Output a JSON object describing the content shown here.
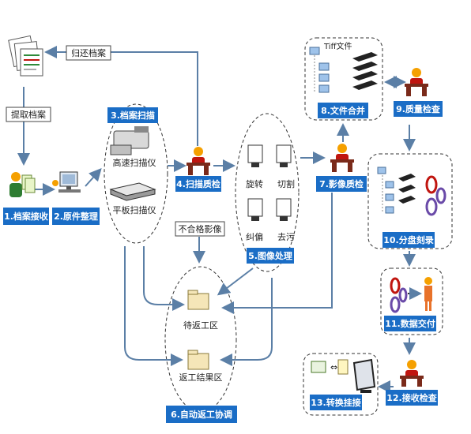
{
  "steps": {
    "s1": "1.档案接收",
    "s2": "2.原件整理",
    "s3": "3.档案扫描",
    "s4": "4.扫描质检",
    "s5": "5.图像处理",
    "s6": "6.自动返工协调",
    "s7": "7.影像质检",
    "s8": "8.文件合并",
    "s9": "9.质量检查",
    "s10": "10.分盘刻录",
    "s11": "11.数据交付",
    "s12": "12.接收检查",
    "s13": "13.转换挂接"
  },
  "labels": {
    "return_archive": "归还档案",
    "fetch_archive": "提取档案",
    "high_speed_scanner": "高速扫描仪",
    "flatbed_scanner": "平板扫描仪",
    "rotate": "旋转",
    "crop": "切割",
    "deskew": "纠偏",
    "despeckle": "去污",
    "unqualified_images": "不合格影像",
    "pending_rework": "待返工区",
    "rework_results": "返工结果区",
    "tiff_files": "Tiff文件"
  },
  "colors": {
    "step_box": "#1A6DC6",
    "arrow": "#5B7FA6",
    "dashed": "#333333",
    "person_head": "#F5A000",
    "person_body": "#C0150F"
  }
}
